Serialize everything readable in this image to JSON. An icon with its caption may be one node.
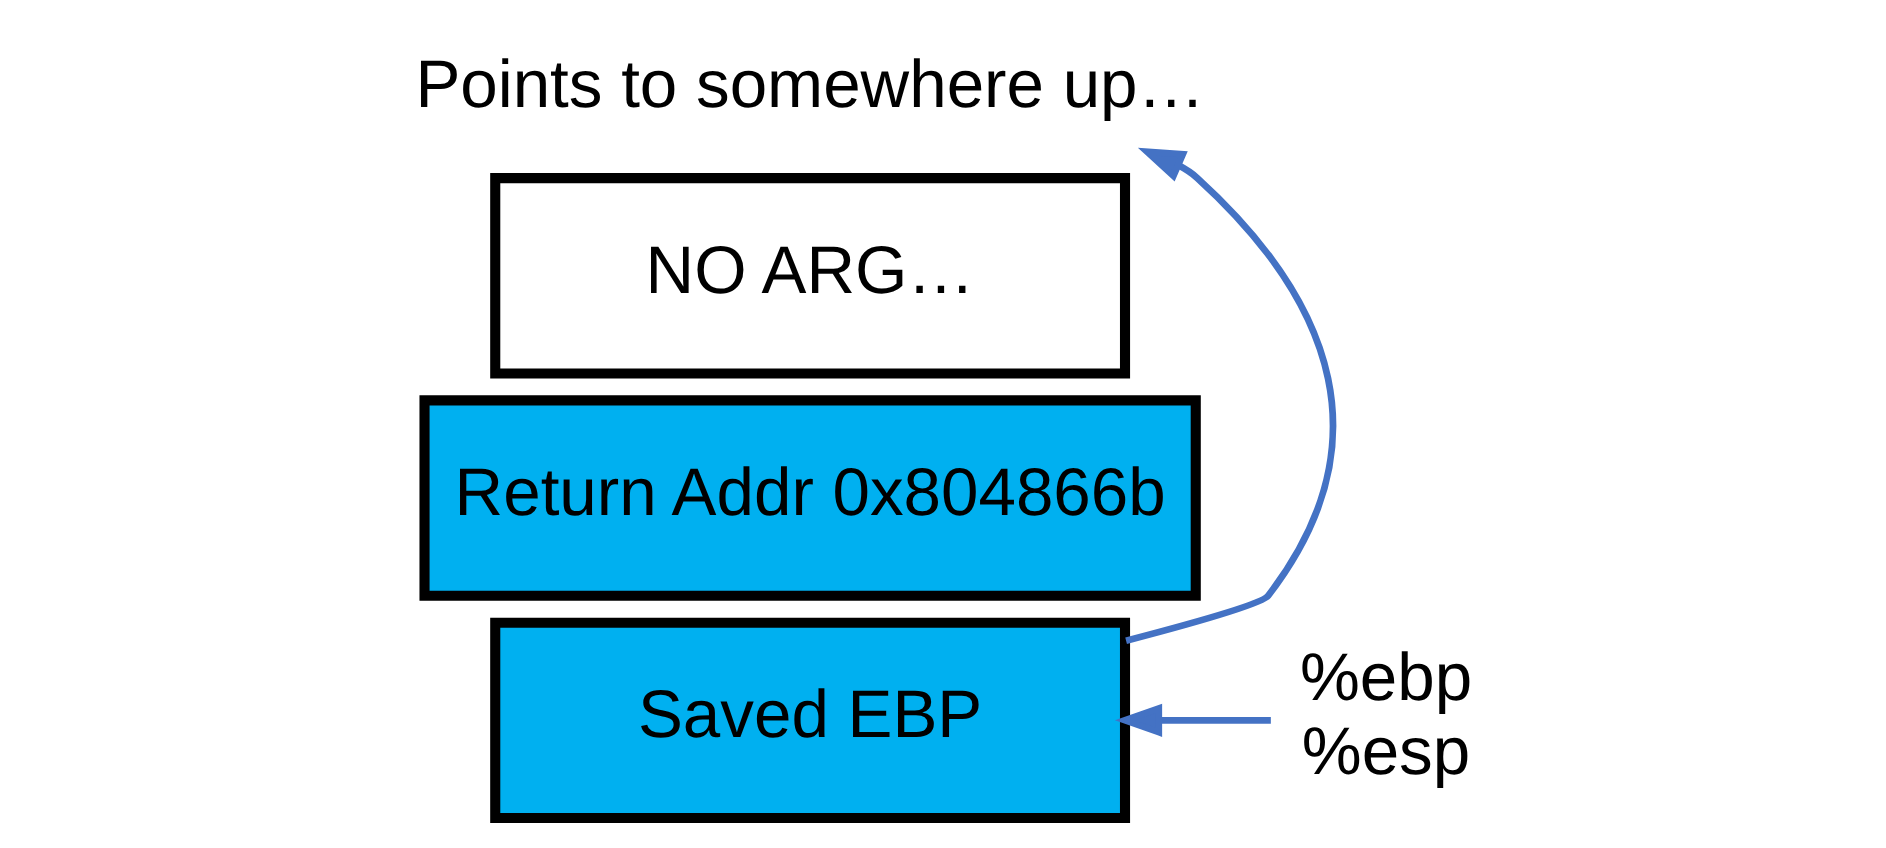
{
  "diagram": {
    "nodes": [
      {
        "text": [
          "Points to somewhere up…"
        ]
      },
      {
        "text": [
          "NO ARG…"
        ]
      },
      {
        "text": [
          "Return Addr 0x804866b"
        ]
      },
      {
        "text": [
          "Saved EBP"
        ]
      },
      {
        "text": [
          "%ebp",
          "%esp"
        ]
      }
    ],
    "edges": [
      {
        "from": 3,
        "to": 0,
        "arrow": "to"
      },
      {
        "from": 4,
        "to": 3,
        "arrow": "to"
      }
    ]
  }
}
